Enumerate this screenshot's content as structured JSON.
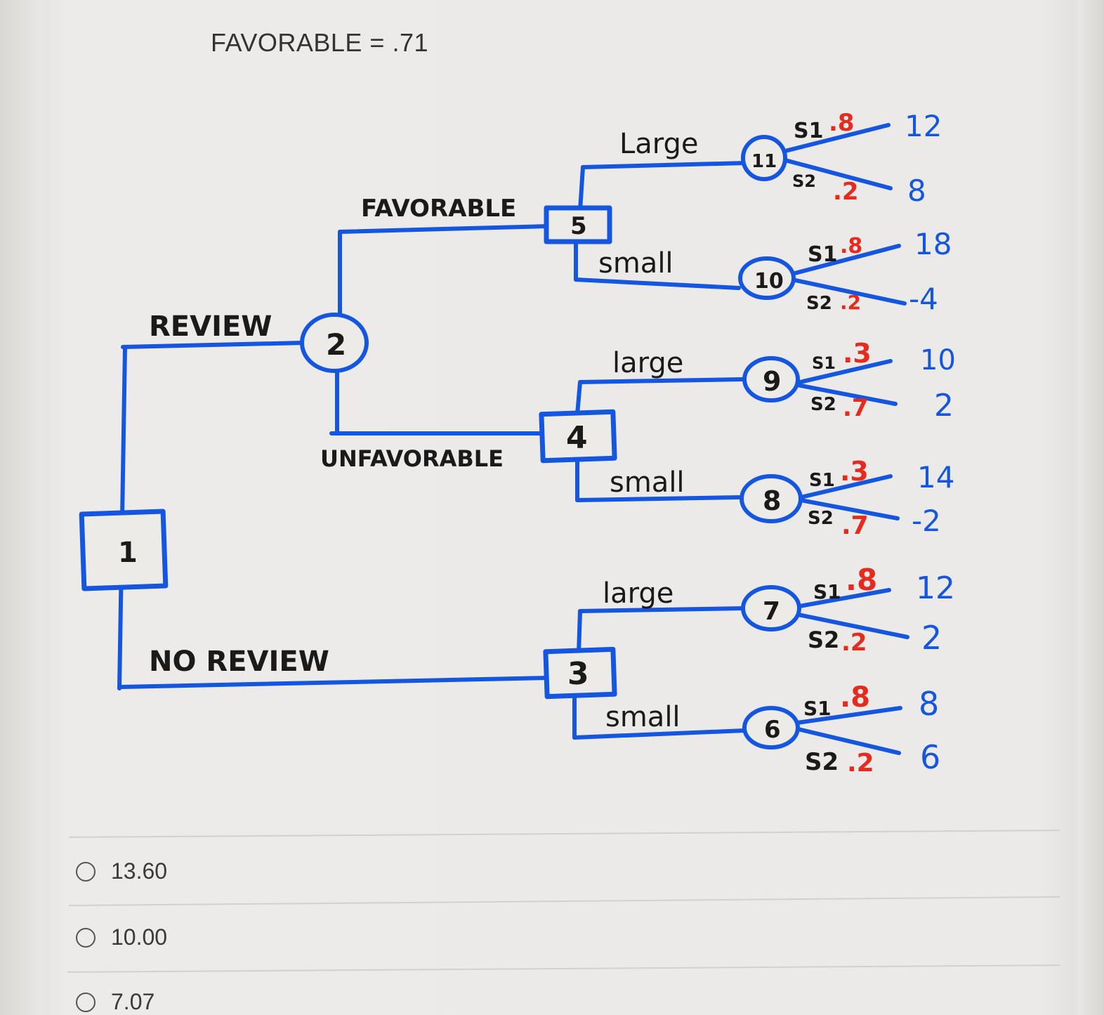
{
  "header": {
    "favorable_text": "FAVORABLE = .71"
  },
  "tree": {
    "root": {
      "label": "1"
    },
    "review_branch": "REVIEW",
    "no_review_branch": "NO REVIEW",
    "node2": "2",
    "favorable_branch": "FAVORABLE",
    "unfavorable_branch": "UNFAVORABLE",
    "node5": "5",
    "node4": "4",
    "node3": "3",
    "decisions": [
      {
        "large": "Large",
        "small": "small"
      },
      {
        "large": "large",
        "small": "small"
      },
      {
        "large": "large",
        "small": "small"
      }
    ],
    "chance_nodes": [
      {
        "id": "11",
        "s1": "S1",
        "p1": ".8",
        "s2": "S2",
        "p2": ".2",
        "v1": "12",
        "v2": "8"
      },
      {
        "id": "10",
        "s1": "S1",
        "p1": ".8",
        "s2": "S2",
        "p2": ".2",
        "v1": "18",
        "v2": "-4"
      },
      {
        "id": "9",
        "s1": "S1",
        "p1": ".3",
        "s2": "S2",
        "p2": ".7",
        "v1": "10",
        "v2": "2"
      },
      {
        "id": "8",
        "s1": "S1",
        "p1": ".3",
        "s2": "S2",
        "p2": ".7",
        "v1": "14",
        "v2": "-2"
      },
      {
        "id": "7",
        "s1": "S1",
        "p1": ".8",
        "s2": "S2",
        "p2": ".2",
        "v1": "12",
        "v2": "2"
      },
      {
        "id": "6",
        "s1": "S1",
        "p1": ".8",
        "s2": "S2",
        "p2": ".2",
        "v1": "8",
        "v2": "6"
      }
    ]
  },
  "options": [
    {
      "label": "13.60"
    },
    {
      "label": "10.00"
    },
    {
      "label": "7.07"
    }
  ],
  "colors": {
    "ink_blue": "#1456e0",
    "ink_red": "#e52a1e",
    "ink_black": "#1a1a1a"
  }
}
